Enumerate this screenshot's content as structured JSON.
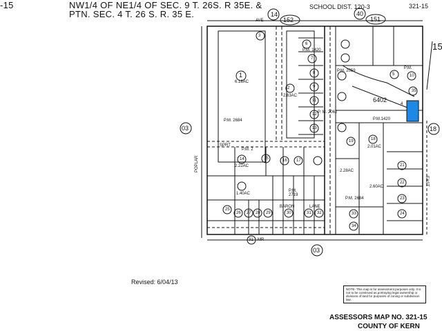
{
  "header": {
    "corner_left": "-15",
    "line1": "NW1/4 OF NE1/4 OF SEC. 9 T. 26S. R 35E. &",
    "line2": "PTN. SEC. 4 T. 26 S. R. 35 E.",
    "school_dist": "SCHOOL DIST. 120-3",
    "corner_right": "321-15",
    "corner_right_far": "15",
    "book_circle_1": "14",
    "book_page_1": "152",
    "book_circle_2": "40",
    "book_page_2": "151"
  },
  "parcels": {
    "p1": "1",
    "p1_area": "6.18AC",
    "p2_area": "2.63AC",
    "p3": "3",
    "p14": "14",
    "p14_area": "2.22AC",
    "p18": "18",
    "p18_area": "2.01AC",
    "p21": "21",
    "p21_area": "2.60AC",
    "p20_area": "2.28AC",
    "p_area_left": "1.40AC",
    "p19": "19",
    "p15": "15",
    "p16": "16",
    "p17": "17",
    "p11": "11",
    "p12": "12",
    "p13": "13",
    "p6": "6",
    "p7": "7",
    "p8": "8",
    "p9": "9",
    "p10": "10",
    "p22": "22",
    "p23": "23",
    "p24": "24",
    "p25": "25",
    "p26": "26",
    "p27": "27",
    "p28": "28",
    "p29": "29",
    "p30": "30",
    "p31": "31",
    "p32": "32",
    "p33": "33",
    "p34": "34",
    "p35": "35",
    "p4": "4",
    "p5": "5",
    "p2": "2"
  },
  "plat_maps": {
    "pm2684_top": "P.M. 2684",
    "pm1420": "P.M. 1420",
    "pm2059": "P.M. 2059",
    "pm2062": "P. M. 2062",
    "pm2719": "P.M.\n2719",
    "pm2684_right": "P.M. 2684",
    "pm_sm": "P.M.",
    "pm_1420b": "P.M.1420",
    "pm_left": "P.M. 2",
    "num_6402": "6402"
  },
  "roads": {
    "circle_03_left": "03",
    "circle_03_bottom": "03",
    "circle_18_right": "18",
    "circle_31": "31",
    "mr_label": "MR",
    "poplar": "POPLAR",
    "baron": "BARON",
    "lane": "LANE",
    "east": "EAST",
    "ave": "AVE",
    "sprt": "SPRT"
  },
  "footer": {
    "revised": "Revised: 6/04/13",
    "note": "NOTE- This map is for assessment purposes only. It is not to be construed as portraying legal ownership or divisions of land for purposes of zoning or subdivision law.",
    "map_label": "ASSESSORS MAP NO. 321-15",
    "county": "COUNTY OF KERN"
  },
  "colors": {
    "highlight": "#1e88e5",
    "ink": "#111111"
  }
}
